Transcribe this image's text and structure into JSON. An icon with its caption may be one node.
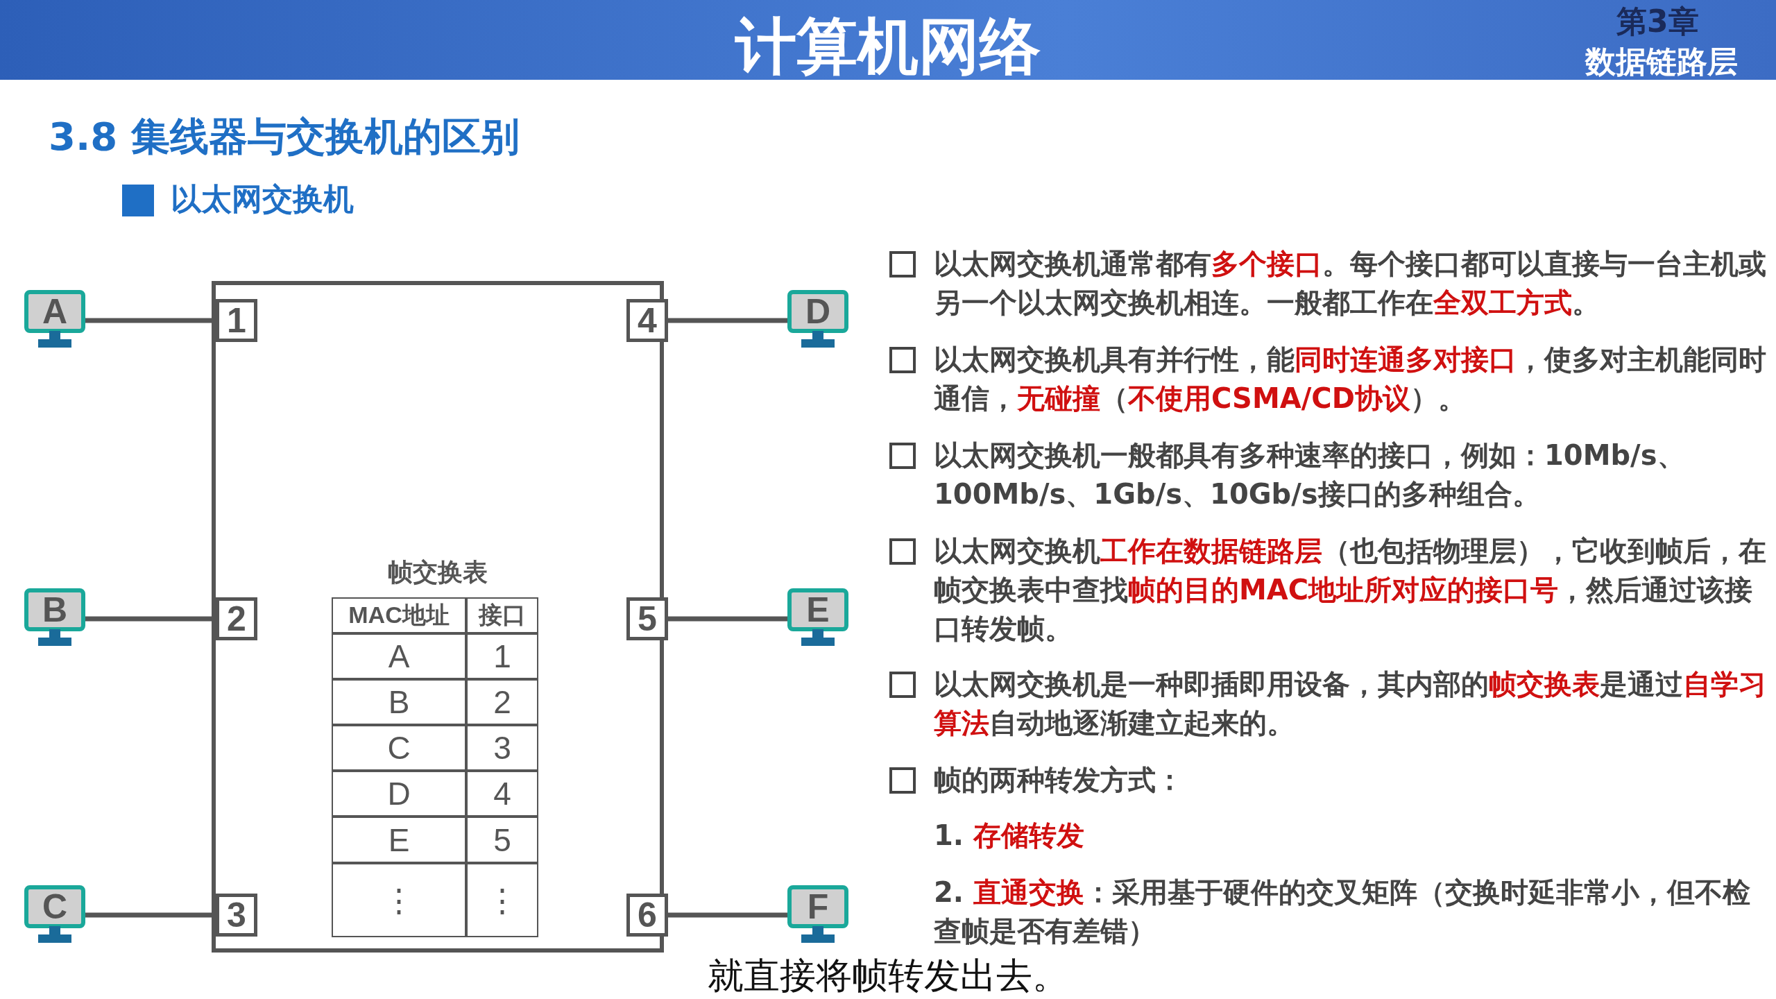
{
  "diagram": {
    "title": "计算机网络",
    "nodes": [
      {
        "text": [],
        "shape": "box"
      },
      {
        "text": [
          "1"
        ],
        "in": 0
      },
      {
        "text": [
          "2"
        ],
        "in": 0
      },
      {
        "text": [
          "3"
        ],
        "in": 0
      },
      {
        "text": [
          "4"
        ],
        "in": 0
      },
      {
        "text": [
          "5"
        ],
        "in": 0
      },
      {
        "text": [
          "6"
        ],
        "in": 0
      },
      {
        "text": [
          "A"
        ]
      },
      {
        "text": [
          "B"
        ]
      },
      {
        "text": [
          "C"
        ]
      },
      {
        "text": [
          "D"
        ]
      },
      {
        "text": [
          "E"
        ]
      },
      {
        "text": [
          "F"
        ]
      }
    ],
    "edges": [
      {
        "from": 7,
        "to": 1,
        "arrow": "none"
      },
      {
        "from": 8,
        "to": 2,
        "arrow": "none"
      },
      {
        "from": 9,
        "to": 3,
        "arrow": "none"
      },
      {
        "from": 10,
        "to": 4,
        "arrow": "none"
      },
      {
        "from": 11,
        "to": 5,
        "arrow": "none"
      },
      {
        "from": 12,
        "to": 6,
        "arrow": "none"
      }
    ],
    "labels": [
      "第3章",
      "数据链路层",
      "3.8 集线器与交换机的区别",
      "以太网交换机",
      "帧交换表",
      "MAC地址",
      "接口",
      "A",
      "1",
      "B",
      "2",
      "C",
      "3",
      "D",
      "4",
      "E",
      "5",
      "⋮",
      "⋮",
      "以太网交换机通常都有**多个接口**。每个接口都可以直接与一台主机或另一个以太网交换机相连。一般都工作在**全双工方式**。",
      "以太网交换机具有并行性，能**同时连通多对接口**，使多对主机能同时通信，**无碰撞**（**不使用CSMA/CD协议**）。",
      "以太网交换机一般都具有多种速率的接口，例如：10Mb/s、100Mb/s、1Gb/s、10Gb/s接口的多种组合。",
      "以太网交换机**工作在数据链路层**（也包括物理层），它收到帧后，在帧交换表中查找**帧的目的MAC地址所对应的接口号**，然后通过该接口转发帧。",
      "以太网交换机是一种即插即用设备，其内部的**帧交换表**是通过**自学习算法**自动地逐渐建立起来的。",
      "帧的两种转发方式：",
      "1. **存储转发**",
      "2. **直通交换**：采用基于硬件的交叉矩阵（交换时延非常小，但不检查帧是否有差错）",
      "就直接将帧转发出去。"
    ]
  }
}
